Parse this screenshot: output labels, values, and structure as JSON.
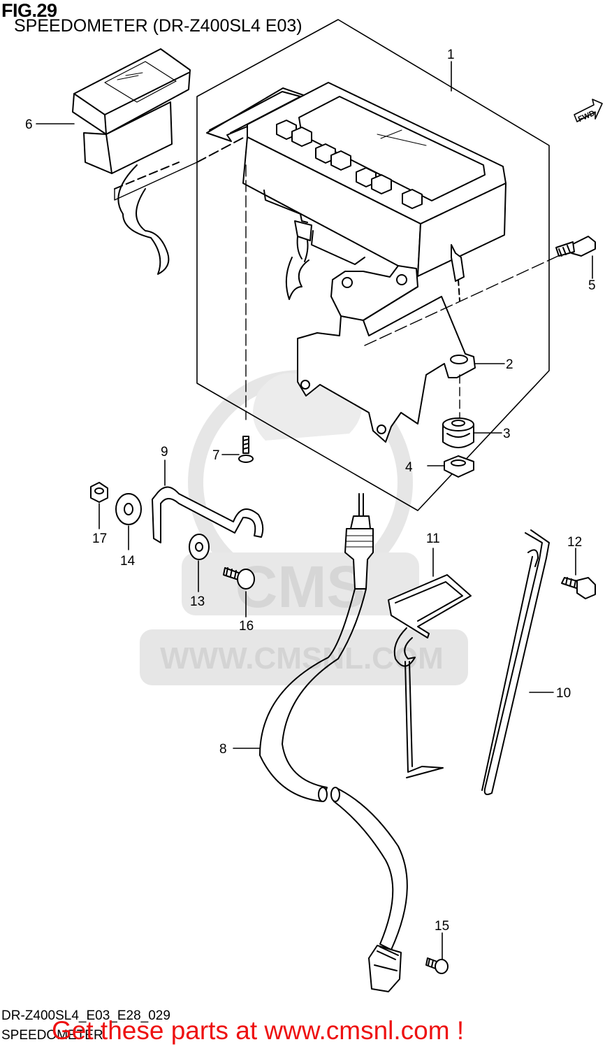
{
  "header": {
    "fig_number": "FIG.29",
    "subtitle": "SPEEDOMETER (DR-Z400SL4 E03)"
  },
  "footer": {
    "ref_code": "DR-Z400SL4_E03_E28_029",
    "ref_name": "SPEEDOMETER",
    "promo": "Get these parts at www.cmsnl.com !"
  },
  "direction_arrow": "FWD",
  "watermark": {
    "brand": "CMS",
    "url": "WWW.CMSNL.COM"
  },
  "callouts": [
    {
      "id": "c1",
      "label": "1",
      "part": "speedometer-assembly"
    },
    {
      "id": "c2",
      "label": "2",
      "part": "bracket"
    },
    {
      "id": "c3",
      "label": "3",
      "part": "cushion"
    },
    {
      "id": "c4",
      "label": "4",
      "part": "nut"
    },
    {
      "id": "c5",
      "label": "5",
      "part": "bolt"
    },
    {
      "id": "c6",
      "label": "6",
      "part": "lamp-socket"
    },
    {
      "id": "c7",
      "label": "7",
      "part": "screw"
    },
    {
      "id": "c8",
      "label": "8",
      "part": "speedometer-cable"
    },
    {
      "id": "c9",
      "label": "9",
      "part": "clamp"
    },
    {
      "id": "c10",
      "label": "10",
      "part": "long-clamp"
    },
    {
      "id": "c11",
      "label": "11",
      "part": "cable-guide"
    },
    {
      "id": "c12",
      "label": "12",
      "part": "bolt"
    },
    {
      "id": "c13",
      "label": "13",
      "part": "washer"
    },
    {
      "id": "c14",
      "label": "14",
      "part": "washer"
    },
    {
      "id": "c15",
      "label": "15",
      "part": "screw"
    },
    {
      "id": "c16",
      "label": "16",
      "part": "screw"
    },
    {
      "id": "c17",
      "label": "17",
      "part": "nut"
    }
  ],
  "colors": {
    "line": "#000000",
    "promo": "#ee1111",
    "watermark": "#e2e2e2"
  }
}
